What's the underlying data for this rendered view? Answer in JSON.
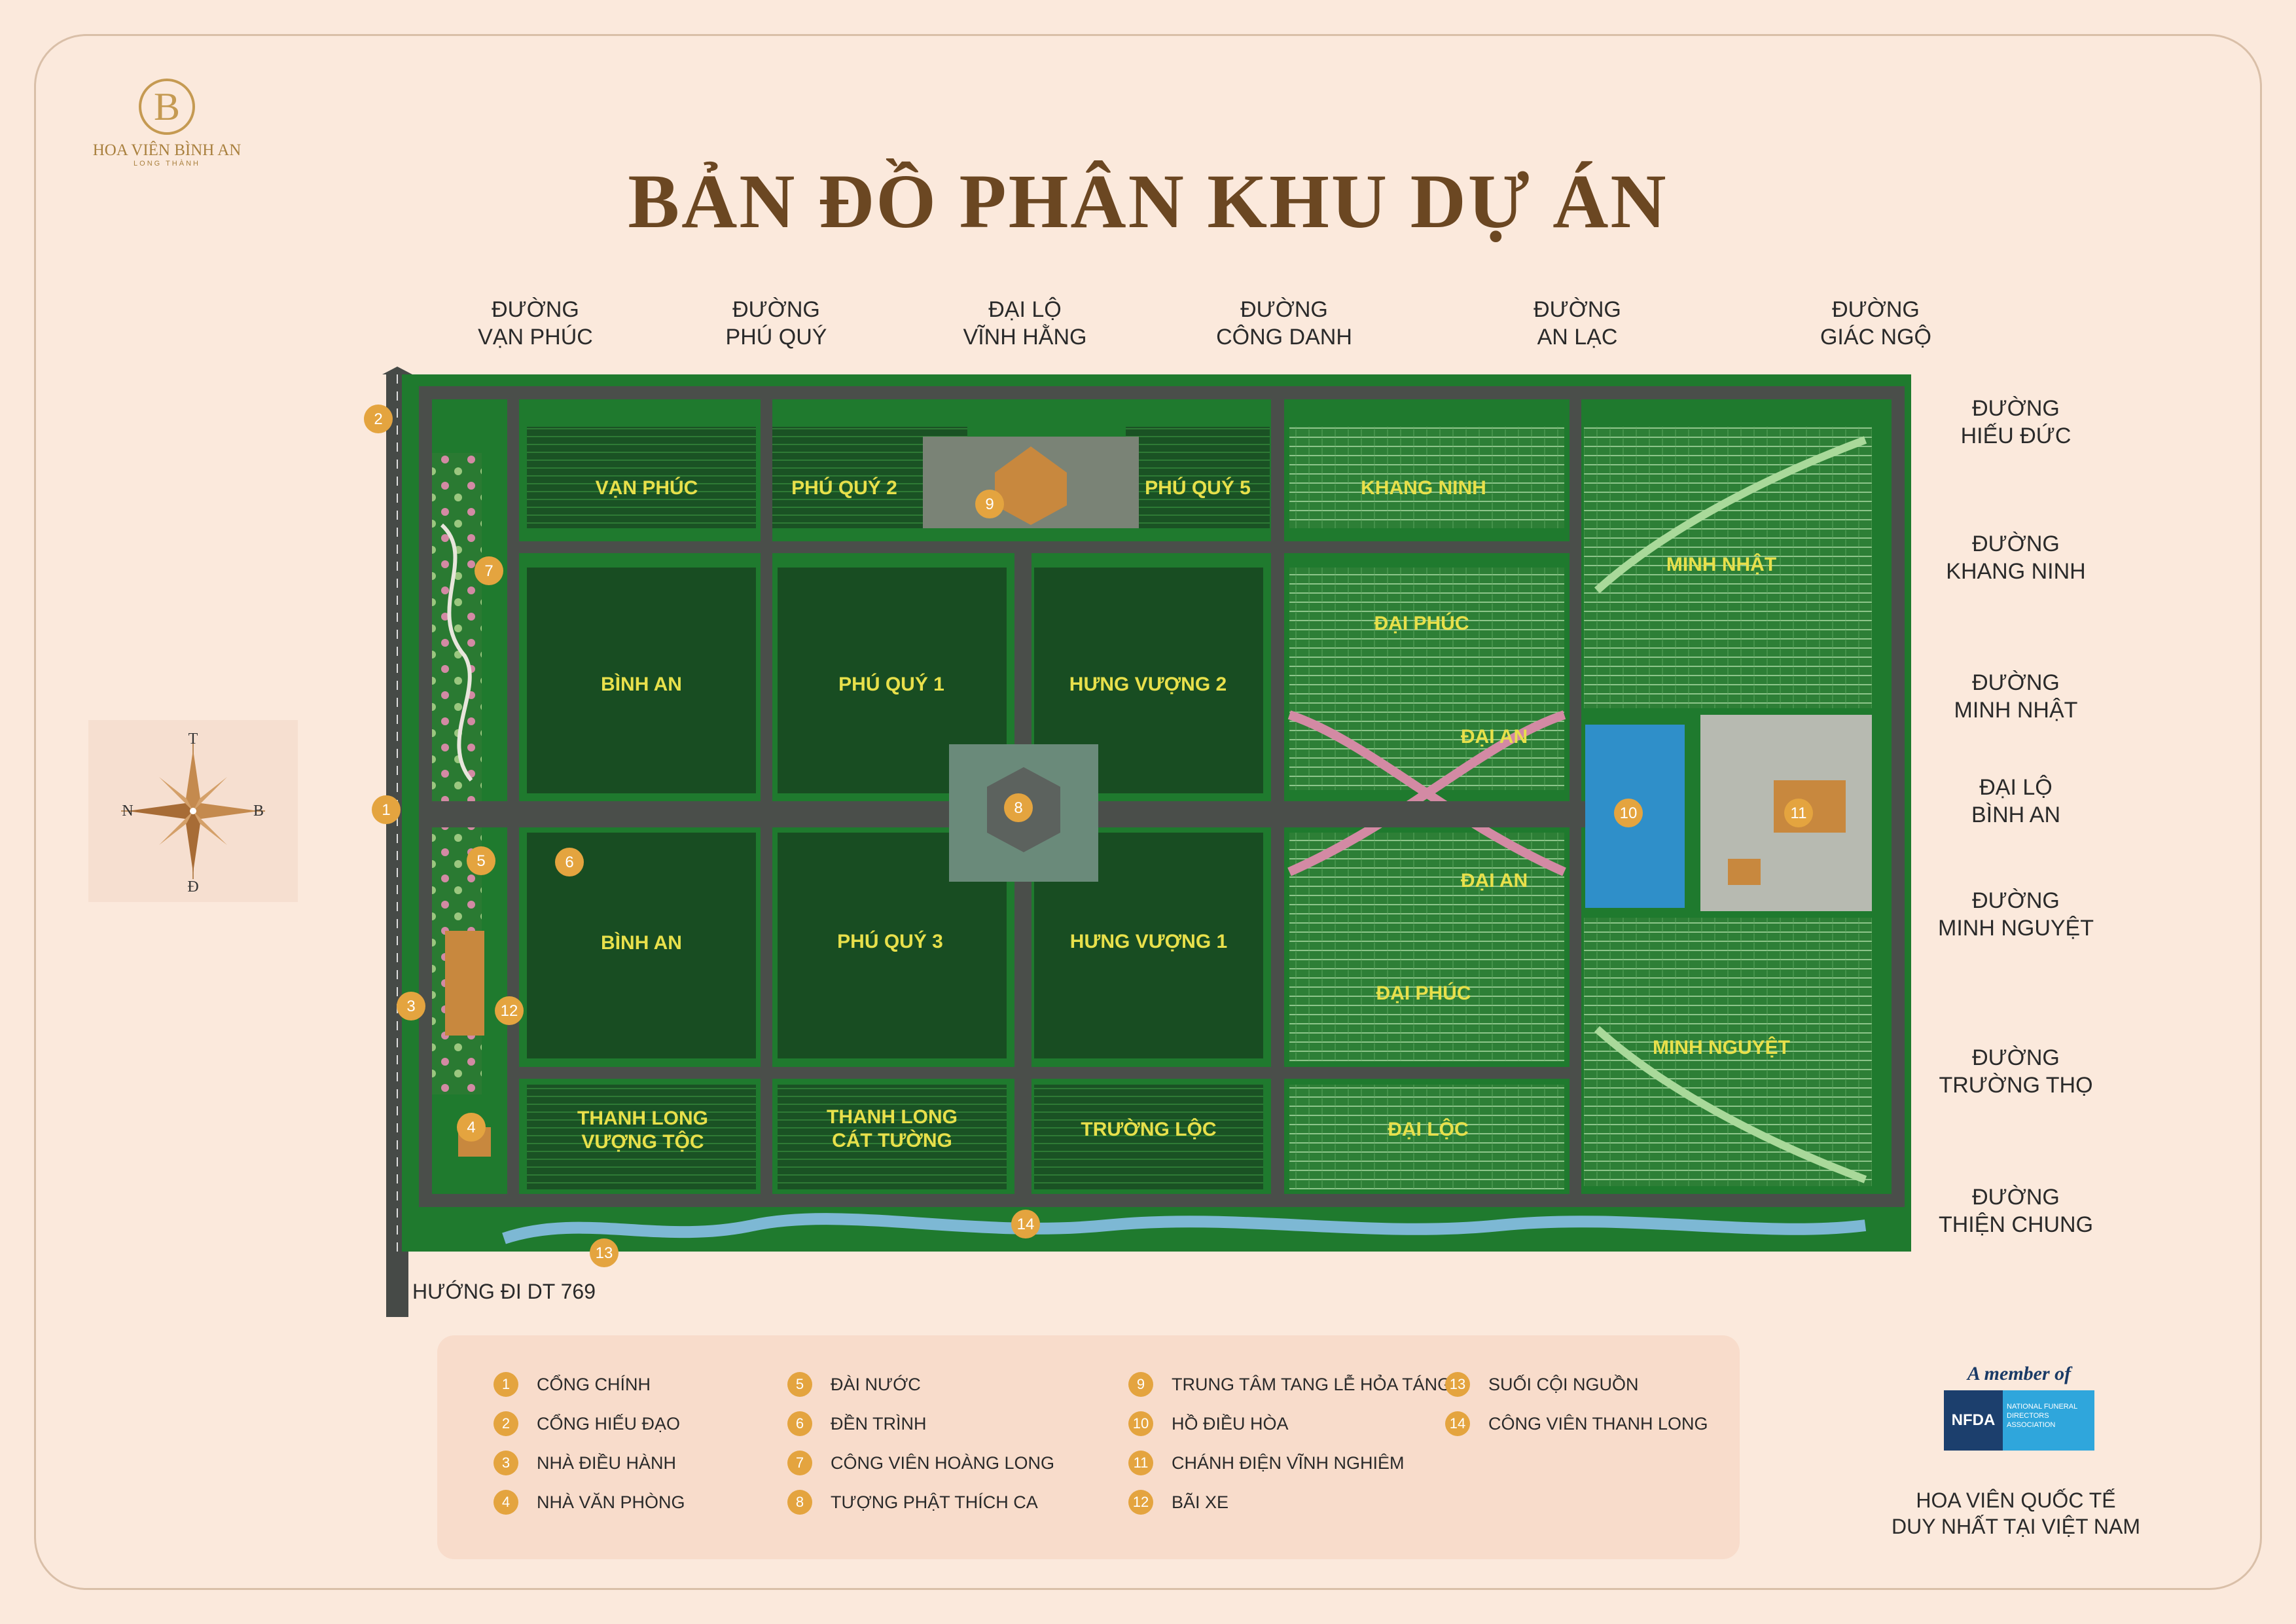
{
  "brand": {
    "monogram": "B",
    "name": "HOA VIÊN BÌNH AN",
    "tagline": "LONG THÀNH"
  },
  "title": "BẢN ĐỒ PHÂN KHU DỰ ÁN",
  "streets_top": [
    {
      "line1": "ĐƯỜNG",
      "line2": "VẠN PHÚC"
    },
    {
      "line1": "ĐƯỜNG",
      "line2": "PHÚ QUÝ"
    },
    {
      "line1": "ĐẠI LỘ",
      "line2": "VĨNH HẰNG"
    },
    {
      "line1": "ĐƯỜNG",
      "line2": "CÔNG DANH"
    },
    {
      "line1": "ĐƯỜNG",
      "line2": "AN LẠC"
    },
    {
      "line1": "ĐƯỜNG",
      "line2": "GIÁC NGỘ"
    }
  ],
  "streets_right": [
    {
      "line1": "ĐƯỜNG",
      "line2": "HIẾU ĐỨC"
    },
    {
      "line1": "ĐƯỜNG",
      "line2": "KHANG NINH"
    },
    {
      "line1": "ĐƯỜNG",
      "line2": "MINH NHẬT"
    },
    {
      "line1": "ĐẠI LỘ",
      "line2": "BÌNH AN"
    },
    {
      "line1": "ĐƯỜNG",
      "line2": "MINH NGUYỆT"
    },
    {
      "line1": "ĐƯỜNG",
      "line2": "TRƯỜNG THỌ"
    },
    {
      "line1": "ĐƯỜNG",
      "line2": "THIỆN CHUNG"
    }
  ],
  "direction_label": "HƯỚNG ĐI DT 769",
  "compass": {
    "north": "T",
    "south": "Đ",
    "west": "N",
    "east": "B"
  },
  "zones": [
    "VẠN PHÚC",
    "PHÚ QUÝ 2",
    "PHÚ QUÝ 5",
    "KHANG NINH",
    "MINH NHẬT",
    "BÌNH AN",
    "PHÚ QUÝ 1",
    "HƯNG VƯỢNG 2",
    "ĐẠI PHÚC",
    "ĐẠI AN",
    "ĐẠI AN",
    "BÌNH AN",
    "PHÚ QUÝ 3",
    "HƯNG VƯỢNG 1",
    "ĐẠI PHÚC",
    "MINH NGUYỆT",
    "THANH LONG",
    "VƯỢNG TỘC",
    "THANH LONG",
    "CÁT TƯỜNG",
    "TRƯỜNG LỘC",
    "ĐẠI LỘC"
  ],
  "markers": [
    "1",
    "2",
    "3",
    "4",
    "5",
    "6",
    "7",
    "8",
    "9",
    "10",
    "11",
    "12",
    "13",
    "14"
  ],
  "legend": [
    {
      "num": "1",
      "label": "CỔNG CHÍNH"
    },
    {
      "num": "2",
      "label": "CỔNG HIẾU ĐẠO"
    },
    {
      "num": "3",
      "label": "NHÀ ĐIỀU HÀNH"
    },
    {
      "num": "4",
      "label": "NHÀ VĂN PHÒNG"
    },
    {
      "num": "5",
      "label": "ĐÀI NƯỚC"
    },
    {
      "num": "6",
      "label": "ĐỀN TRÌNH"
    },
    {
      "num": "7",
      "label": "CÔNG VIÊN HOÀNG LONG"
    },
    {
      "num": "8",
      "label": "TƯỢNG PHẬT THÍCH CA"
    },
    {
      "num": "9",
      "label": "TRUNG TÂM TANG LỄ HỎA TÁNG"
    },
    {
      "num": "10",
      "label": "HỒ ĐIỀU HÒA"
    },
    {
      "num": "11",
      "label": "CHÁNH ĐIỆN VĨNH NGHIÊM"
    },
    {
      "num": "12",
      "label": "BÃI XE"
    },
    {
      "num": "13",
      "label": "SUỐI CỘI NGUỒN"
    },
    {
      "num": "14",
      "label": "CÔNG VIÊN THANH LONG"
    }
  ],
  "nfda": {
    "member": "A member of",
    "abbr": "NFDA",
    "full": "NATIONAL FUNERAL DIRECTORS ASSOCIATION"
  },
  "international": {
    "line1": "HOA VIÊN QUỐC TẾ",
    "line2": "DUY NHẤT TẠI VIỆT NAM"
  },
  "colors": {
    "background": "#fbe9dc",
    "title": "#6b4722",
    "park_green": "#1f7a2e",
    "plot_green": "#184d22",
    "road": "#4a4e4a",
    "zone_label": "#e8e04b",
    "marker": "#e4a43f",
    "lake": "#2f8fc9"
  }
}
